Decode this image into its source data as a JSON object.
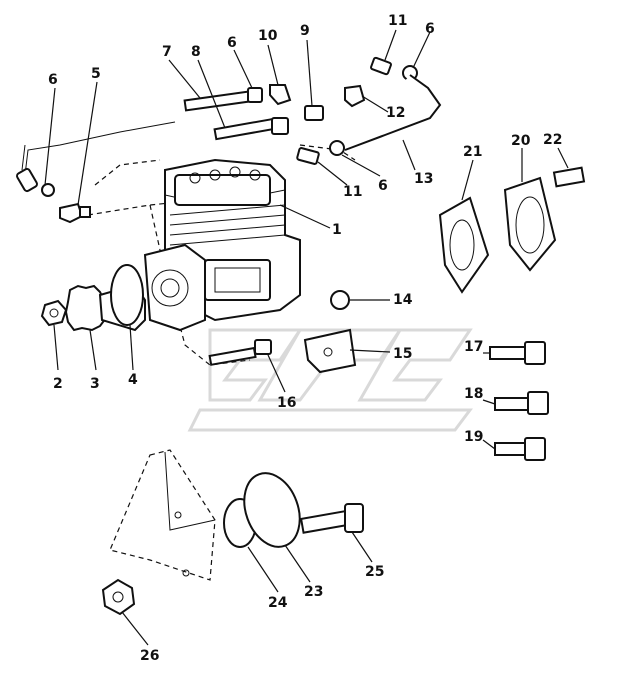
{
  "diagram": {
    "colors": {
      "line": "#111111",
      "background": "#ffffff",
      "watermark": "#d9d9d9"
    },
    "callouts": [
      "1",
      "2",
      "3",
      "4",
      "5",
      "6",
      "7",
      "8",
      "6",
      "10",
      "9",
      "11",
      "6",
      "12",
      "13",
      "11",
      "6",
      "21",
      "20",
      "22",
      "14",
      "15",
      "16",
      "17",
      "18",
      "19",
      "23",
      "24",
      "25",
      "26"
    ]
  }
}
